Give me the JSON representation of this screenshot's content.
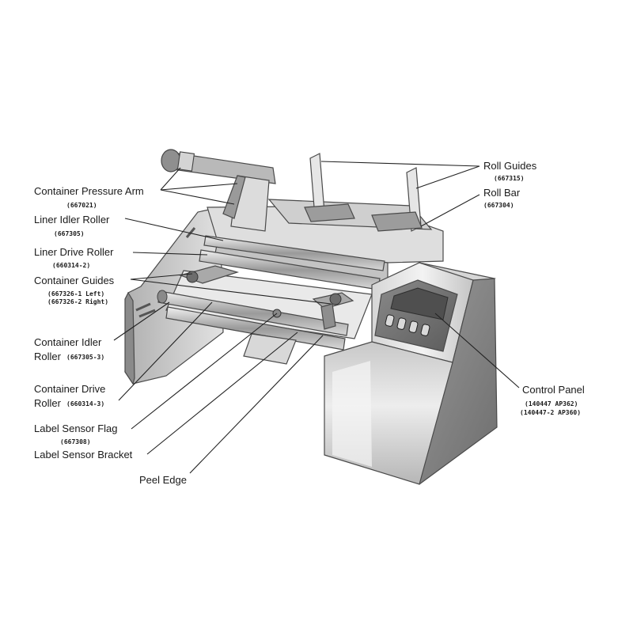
{
  "callouts": {
    "container_pressure_arm": {
      "label": "Container Pressure Arm",
      "part": "(667021)"
    },
    "liner_idler_roller": {
      "label": "Liner Idler Roller",
      "part": "(667305)"
    },
    "liner_drive_roller": {
      "label": "Liner Drive Roller",
      "part": "(660314-2)"
    },
    "container_guides": {
      "label": "Container Guides",
      "part_left": "(667326-1 Left)",
      "part_right": "(667326-2 Right)"
    },
    "container_idler_roller": {
      "label_line1": "Container Idler",
      "label_line2": "Roller",
      "part": "(667305-3)"
    },
    "container_drive_roller": {
      "label_line1": "Container Drive",
      "label_line2": "Roller",
      "part": "(660314-3)"
    },
    "label_sensor_flag": {
      "label": "Label Sensor Flag",
      "part": "(667308)"
    },
    "label_sensor_bracket": {
      "label": "Label Sensor Bracket"
    },
    "peel_edge": {
      "label": "Peel Edge"
    },
    "roll_guides": {
      "label": "Roll Guides",
      "part": "(667315)"
    },
    "roll_bar": {
      "label": "Roll Bar",
      "part": "(667304)"
    },
    "control_panel": {
      "label": "Control Panel",
      "part_line1": "(140447 AP362)",
      "part_line2": "(140447-2 AP360)"
    }
  }
}
